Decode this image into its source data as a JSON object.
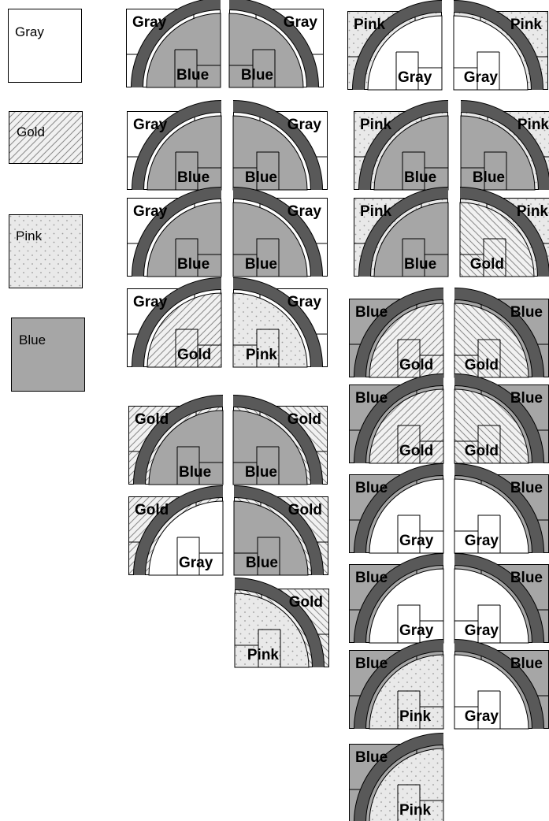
{
  "legend": [
    {
      "label": "Gray",
      "fabric": "gray"
    },
    {
      "label": "Gold",
      "fabric": "gold"
    },
    {
      "label": "Pink",
      "fabric": "pink"
    },
    {
      "label": "Blue",
      "fabric": "blue"
    }
  ],
  "colors": {
    "gray": "#ffffff",
    "blue": "#a6a6a6",
    "pink": "#e9e9e9",
    "gold": "#f1f1f1",
    "gold_hatch": "#8a8a8a",
    "pink_dots": "#9a9a9a",
    "arc": "#595959",
    "outline": "#000000"
  },
  "blocks": [
    {
      "bg_label": "Gray",
      "bg": "gray",
      "center_label": "Blue",
      "center": "blue",
      "side": "left"
    },
    {
      "bg_label": "Gray",
      "bg": "gray",
      "center_label": "Blue",
      "center": "blue",
      "side": "right"
    },
    {
      "bg_label": "Pink",
      "bg": "pink",
      "center_label": "Gray",
      "center": "gray",
      "side": "left"
    },
    {
      "bg_label": "Pink",
      "bg": "pink",
      "center_label": "Gray",
      "center": "gray",
      "side": "right"
    },
    {
      "bg_label": "Gray",
      "bg": "gray",
      "center_label": "Blue",
      "center": "blue",
      "side": "left"
    },
    {
      "bg_label": "Gray",
      "bg": "gray",
      "center_label": "Blue",
      "center": "blue",
      "side": "right"
    },
    {
      "bg_label": "Pink",
      "bg": "pink",
      "center_label": "Blue",
      "center": "blue",
      "side": "left"
    },
    {
      "bg_label": "Pink",
      "bg": "pink",
      "center_label": "Blue",
      "center": "blue",
      "side": "right"
    },
    {
      "bg_label": "Gray",
      "bg": "gray",
      "center_label": "Blue",
      "center": "blue",
      "side": "left"
    },
    {
      "bg_label": "Gray",
      "bg": "gray",
      "center_label": "Blue",
      "center": "blue",
      "side": "right"
    },
    {
      "bg_label": "Pink",
      "bg": "pink",
      "center_label": "Blue",
      "center": "blue",
      "side": "left"
    },
    {
      "bg_label": "Pink",
      "bg": "pink",
      "center_label": "Gold",
      "center": "gold",
      "side": "right"
    },
    {
      "bg_label": "Gray",
      "bg": "gray",
      "center_label": "Gold",
      "center": "gold",
      "side": "left"
    },
    {
      "bg_label": "Gray",
      "bg": "gray",
      "center_label": "Pink",
      "center": "pink",
      "side": "right"
    },
    {
      "bg_label": "Blue",
      "bg": "blue",
      "center_label": "Gold",
      "center": "gold",
      "side": "left"
    },
    {
      "bg_label": "Blue",
      "bg": "blue",
      "center_label": "Gold",
      "center": "gold",
      "side": "right"
    },
    {
      "bg_label": "Blue",
      "bg": "blue",
      "center_label": "Gold",
      "center": "gold",
      "side": "left"
    },
    {
      "bg_label": "Blue",
      "bg": "blue",
      "center_label": "Gold",
      "center": "gold",
      "side": "right"
    },
    {
      "bg_label": "Gold",
      "bg": "gold",
      "center_label": "Blue",
      "center": "blue",
      "side": "left"
    },
    {
      "bg_label": "Gold",
      "bg": "gold",
      "center_label": "Blue",
      "center": "blue",
      "side": "right"
    },
    {
      "bg_label": "Blue",
      "bg": "blue",
      "center_label": "Gray",
      "center": "gray",
      "side": "left"
    },
    {
      "bg_label": "Blue",
      "bg": "blue",
      "center_label": "Gray",
      "center": "gray",
      "side": "right"
    },
    {
      "bg_label": "Gold",
      "bg": "gold",
      "center_label": "Gray",
      "center": "gray",
      "side": "left"
    },
    {
      "bg_label": "Gold",
      "bg": "gold",
      "center_label": "Blue",
      "center": "blue",
      "side": "right"
    },
    {
      "bg_label": "Blue",
      "bg": "blue",
      "center_label": "Gray",
      "center": "gray",
      "side": "left"
    },
    {
      "bg_label": "Blue",
      "bg": "blue",
      "center_label": "Gray",
      "center": "gray",
      "side": "right"
    },
    {
      "bg_label": "Gold",
      "bg": "gold",
      "center_label": "Pink",
      "center": "pink",
      "side": "right"
    },
    {
      "bg_label": "Blue",
      "bg": "blue",
      "center_label": "Pink",
      "center": "pink",
      "side": "left"
    },
    {
      "bg_label": "Blue",
      "bg": "blue",
      "center_label": "Gray",
      "center": "gray",
      "side": "right"
    },
    {
      "bg_label": "Blue",
      "bg": "blue",
      "center_label": "Pink",
      "center": "pink",
      "side": "left"
    }
  ]
}
